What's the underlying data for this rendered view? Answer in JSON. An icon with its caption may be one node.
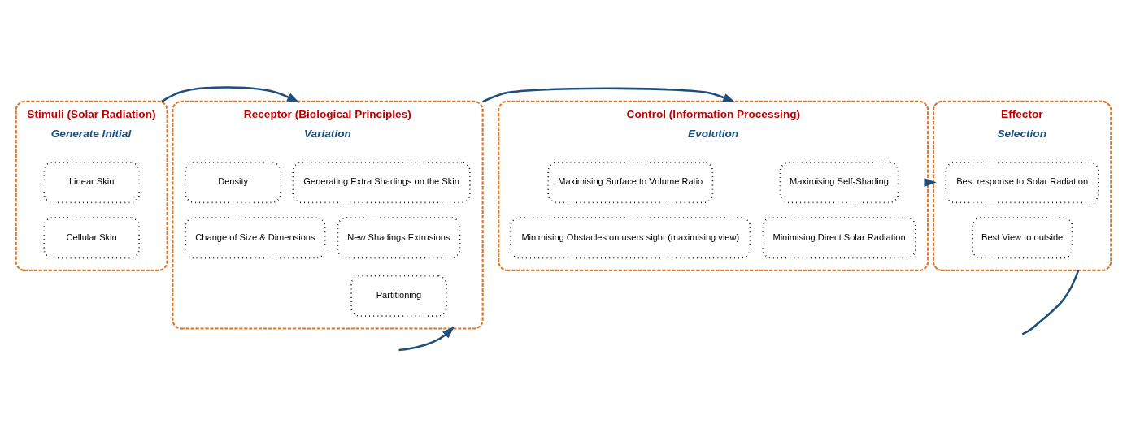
{
  "diagram": {
    "nodes": [
      {
        "text": [
          "Stimuli (Solar Radiation)",
          "Generate Initial"
        ]
      },
      {
        "text": [
          "Linear Skin"
        ],
        "in": 0
      },
      {
        "text": [
          "Cellular Skin"
        ],
        "in": 0
      },
      {
        "text": [
          "Receptor (Biological Principles)",
          "Variation"
        ]
      },
      {
        "text": [
          "Generating Extra Shadings on the Skin"
        ],
        "in": 3
      },
      {
        "text": [
          "Density"
        ],
        "in": 3
      },
      {
        "text": [
          "New Shadings Extrusions"
        ],
        "in": 3
      },
      {
        "text": [
          "Change of Size & Dimensions"
        ],
        "in": 3
      },
      {
        "text": [
          "Partitioning"
        ],
        "in": 3
      },
      {
        "text": [
          "Control (Information Processing)",
          "Evolution"
        ]
      },
      {
        "text": [
          "Maximising Self-Shading"
        ],
        "in": 9
      },
      {
        "text": [
          "Maximising Surface to Volume Ratio"
        ],
        "in": 9
      },
      {
        "text": [
          "Minimising Direct Solar Radiation"
        ],
        "in": 9
      },
      {
        "text": [
          "Minimising Obstacles on users sight (maximising view)"
        ],
        "in": 9
      },
      {
        "text": [
          "Effector",
          "Selection"
        ]
      },
      {
        "text": [
          "Best response to Solar Radiation"
        ],
        "in": 14
      },
      {
        "text": [
          "Best View to outside"
        ],
        "in": 14
      }
    ],
    "edges": [
      {
        "from": 0,
        "to": 3,
        "arrow": "to"
      },
      {
        "from": 3,
        "to": 9,
        "arrow": "to"
      },
      {
        "from": 9,
        "to": 14,
        "arrow": "to"
      },
      {
        "from": null,
        "to": 3,
        "arrow": "to"
      },
      {
        "from": 14,
        "to": null,
        "arrow": "none"
      }
    ]
  }
}
